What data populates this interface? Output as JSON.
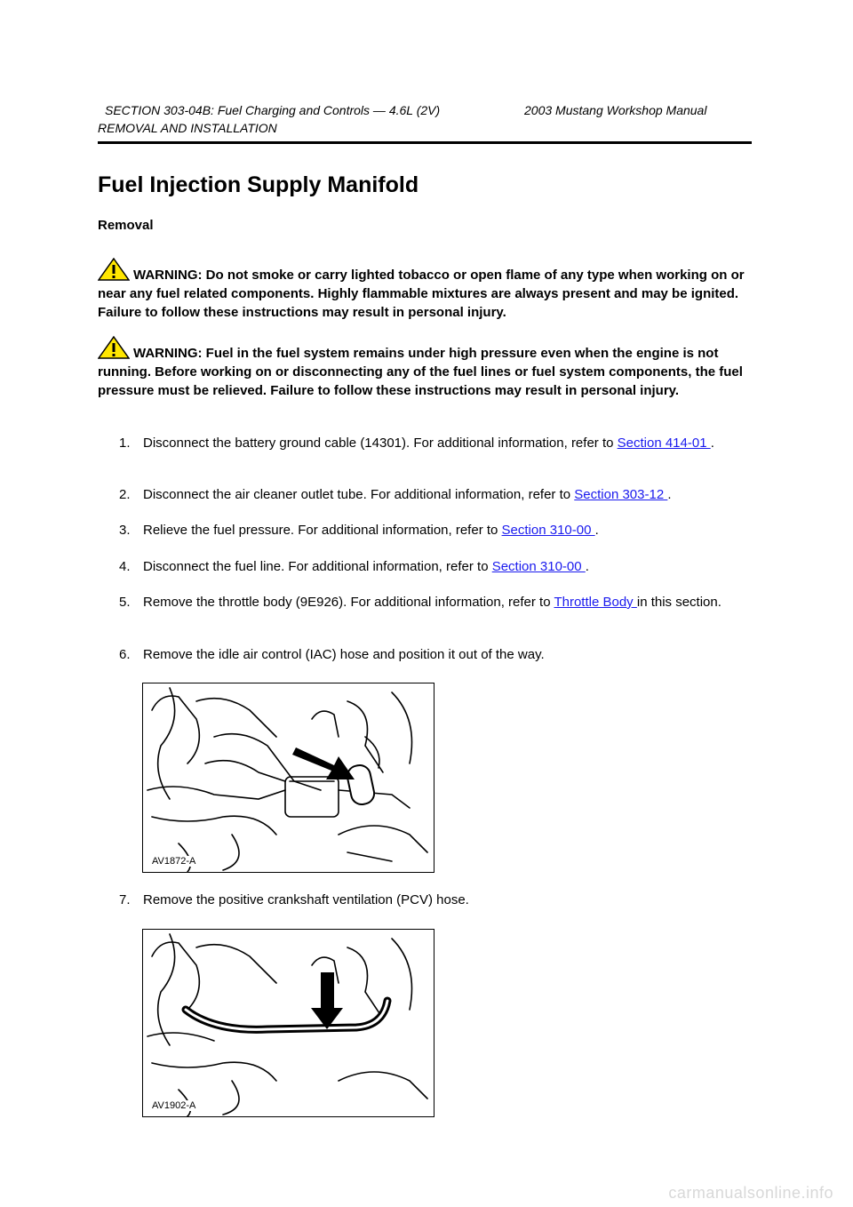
{
  "header": {
    "section": "SECTION 303-04B: Fuel Charging and Controls — 4.6L (2V)",
    "manual": "2003 Mustang Workshop Manual",
    "subsection": "REMOVAL AND INSTALLATION"
  },
  "title": "Fuel Injection Supply Manifold",
  "subheading": "Removal",
  "warnings": [
    "WARNING: Do not smoke or carry lighted tobacco or open flame of any type when working on or near any fuel related components. Highly flammable mixtures are always present and may be ignited. Failure to follow these instructions may result in personal injury.",
    "WARNING: Fuel in the fuel system remains under high pressure even when the engine is not running. Before working on or disconnecting any of the fuel lines or fuel system components, the fuel pressure must be relieved. Failure to follow these instructions may result in personal injury."
  ],
  "steps": [
    {
      "num": "1.",
      "text": "Disconnect the battery ground cable (14301). For additional information, refer to ",
      "link": "Section 414-01 ",
      "after": "."
    },
    {
      "num": "2.",
      "text": "Disconnect the air cleaner outlet tube. For additional information, refer to ",
      "link": "Section 303-12 ",
      "after": "."
    },
    {
      "num": "3.",
      "text": "Relieve the fuel pressure. For additional information, refer to ",
      "link": "Section 310-00 ",
      "after": "."
    },
    {
      "num": "4.",
      "text": "Disconnect the fuel line. For additional information, refer to ",
      "link": "Section 310-00 ",
      "after": "."
    },
    {
      "num": "5.",
      "text": "Remove the throttle body (9E926). For additional information, refer to ",
      "link": "Throttle Body ",
      "after": "in this section."
    },
    {
      "num": "6.",
      "text": "Remove the idle air control (IAC) hose and position it out of the way.",
      "link": "",
      "after": ""
    },
    {
      "num": "7.",
      "text": "Remove the positive crankshaft ventilation (PCV) hose.",
      "link": "",
      "after": ""
    }
  ],
  "figures": [
    {
      "label": "AV1872-A"
    },
    {
      "label": "AV1902-A"
    }
  ],
  "icons": {
    "warning": "warning-triangle-icon"
  },
  "colors": {
    "link": "#1a1aee",
    "warning_fill": "#ffe600"
  },
  "watermark": "carmanualsonline.info"
}
